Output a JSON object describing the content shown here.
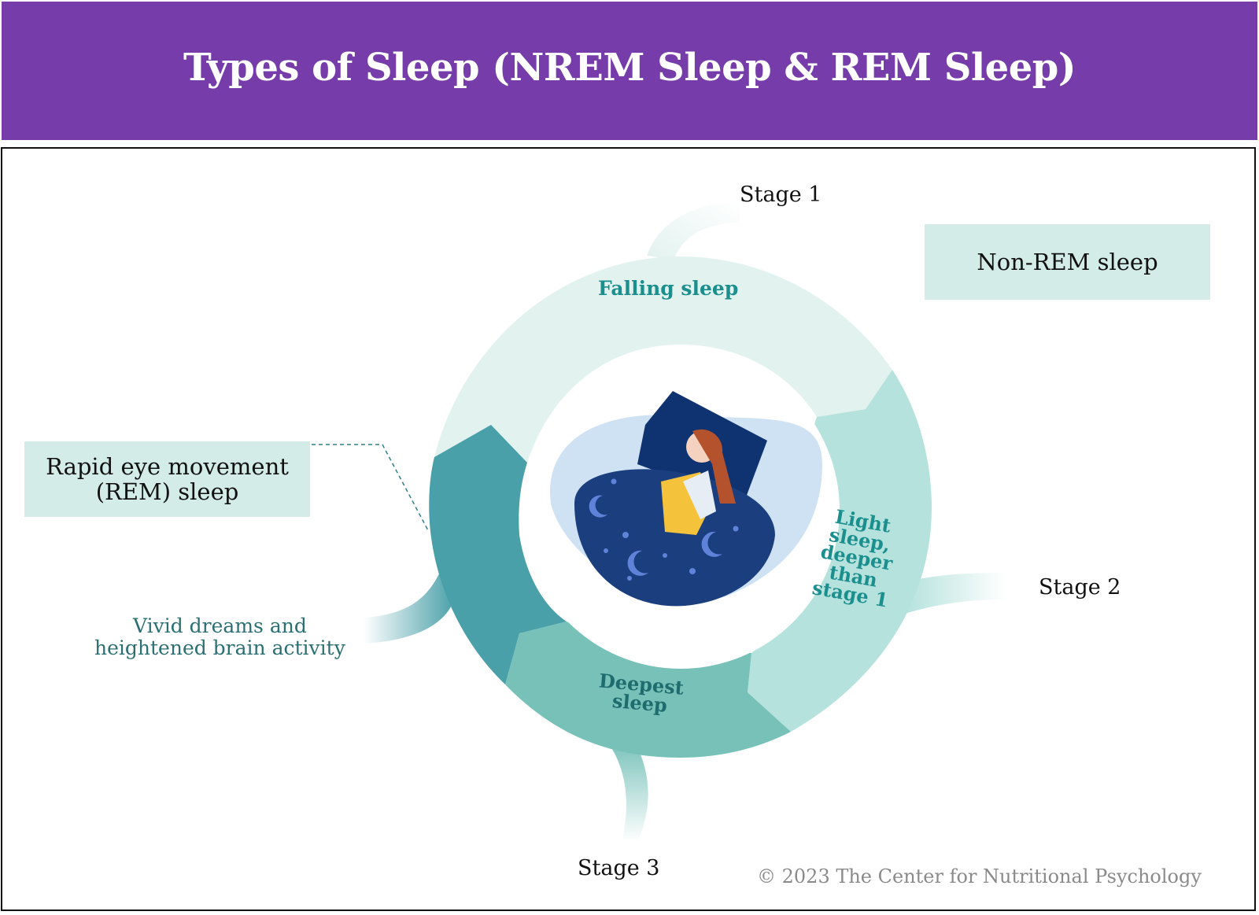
{
  "title": "Types of Sleep (NREM Sleep & REM Sleep)",
  "legend": {
    "nrem": "Non-REM sleep",
    "rem_line1": "Rapid eye movement",
    "rem_line2": "(REM) sleep"
  },
  "stages": {
    "stage1": {
      "label": "Stage 1",
      "description": "Falling sleep"
    },
    "stage2": {
      "label": "Stage 2",
      "description_lines": [
        "Light",
        "sleep,",
        "deeper",
        "than",
        "stage 1"
      ]
    },
    "stage3": {
      "label": "Stage 3",
      "description_lines": [
        "Deepest",
        "sleep"
      ]
    },
    "rem": {
      "description_lines": [
        "Vivid dreams and",
        "heightened brain activity"
      ]
    }
  },
  "copyright": "© 2023 The Center for Nutritional Psychology",
  "colors": {
    "header": "#763daa",
    "stage1_ring": "#e2f2ef",
    "stage2_ring": "#b5e2dd",
    "stage3_ring": "#77c1b9",
    "rem_ring": "#4aa0a9",
    "legend_box": "#d3ece8",
    "blanket": "#1b3f7e",
    "pillow": "#0f3370"
  },
  "icons": {
    "center": "sleeping-woman-icon"
  }
}
